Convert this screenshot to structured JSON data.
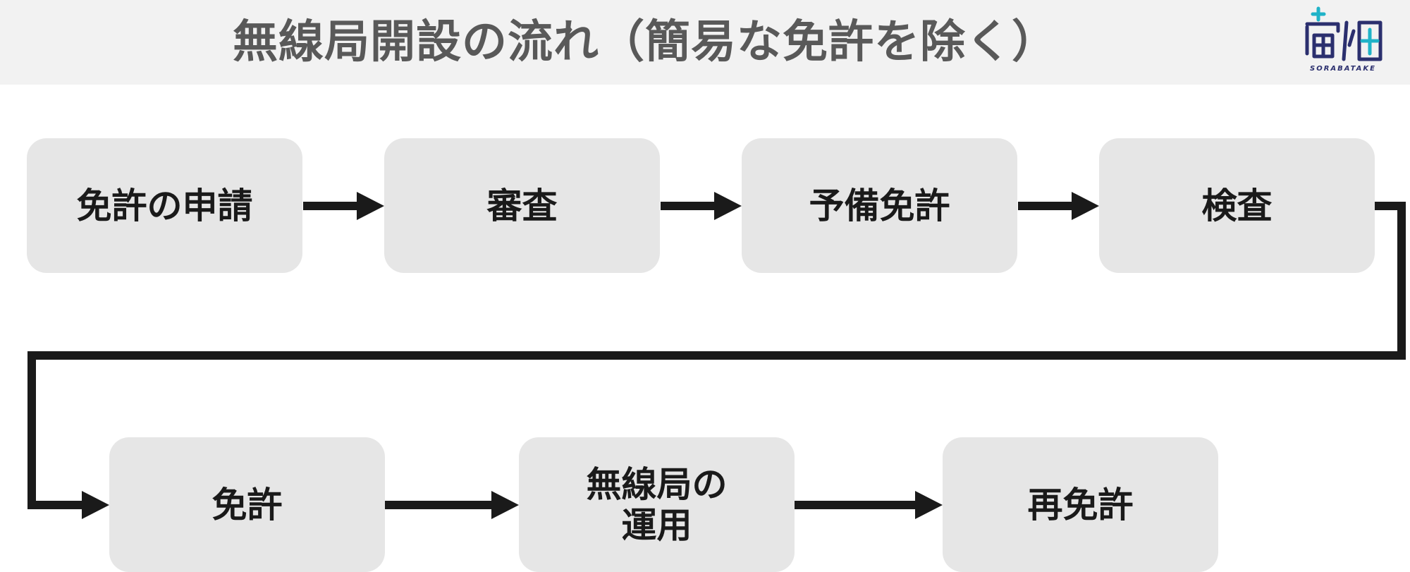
{
  "header": {
    "title": "無線局開設の流れ（簡易な免許を除く）"
  },
  "logo": {
    "text": "宙畑",
    "subtitle": "SORABATAKE"
  },
  "diagram": {
    "steps": [
      {
        "label": "免許の申請"
      },
      {
        "label": "審査"
      },
      {
        "label": "予備免許"
      },
      {
        "label": "検査"
      },
      {
        "label": "免許"
      },
      {
        "label": "無線局の\n運用"
      },
      {
        "label": "再免許"
      }
    ]
  },
  "colors": {
    "header_bg": "#f2f2f2",
    "title": "#595959",
    "node_bg": "#e6e6e6",
    "arrow": "#1a1a1a",
    "logo_dark": "#2b2f6e",
    "logo_accent": "#1fb3c8"
  }
}
